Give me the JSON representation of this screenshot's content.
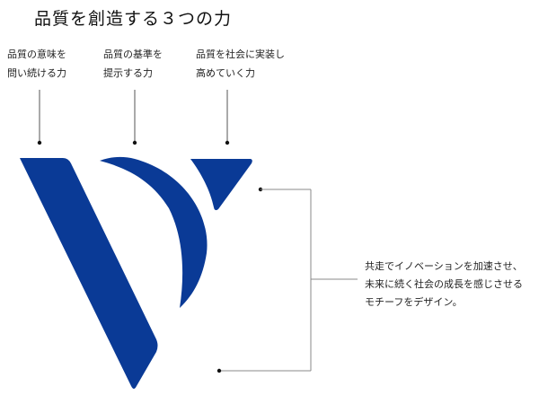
{
  "title": "品質を創造する３つの力",
  "labels": [
    {
      "line1": "品質の意味を",
      "line2": "問い続ける力"
    },
    {
      "line1": "品質の基準を",
      "line2": "提示する力"
    },
    {
      "line1": "品質を社会に実装し",
      "line2": "高めていく力"
    }
  ],
  "description": {
    "line1": "共走でイノベーションを加速させ、",
    "line2": "未来に続く社会の成長を感じさせる",
    "line3": "モチーフをデザイン。"
  },
  "colors": {
    "brand_blue": "#0a3a96",
    "line": "#555555",
    "bracket": "#888888"
  }
}
